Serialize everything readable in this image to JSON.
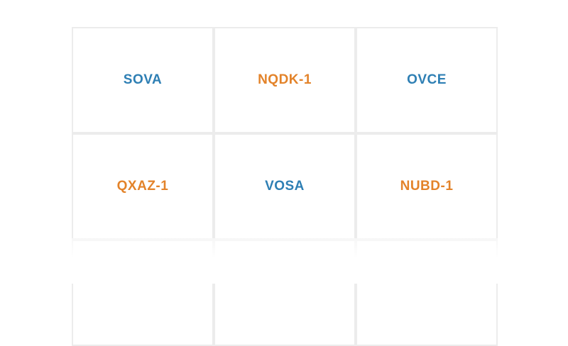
{
  "tiles": [
    {
      "label": "SOVA",
      "color": "#2e7fb4"
    },
    {
      "label": "NQDK-1",
      "color": "#e3832a"
    },
    {
      "label": "OVCE",
      "color": "#2e7fb4"
    },
    {
      "label": "QXAZ-1",
      "color": "#e3832a"
    },
    {
      "label": "VOSA",
      "color": "#2e7fb4"
    },
    {
      "label": "NUBD-1",
      "color": "#e3832a"
    }
  ],
  "colors": {
    "blue": "#2e7fb4",
    "orange": "#e3832a",
    "border": "#ececec"
  }
}
